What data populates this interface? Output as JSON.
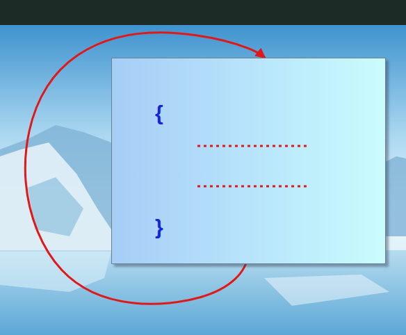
{
  "diagram": {
    "nodes": [
      {
        "text": [
          "{",
          "}"
        ]
      }
    ],
    "edges": [
      {
        "from": 0,
        "to": 0,
        "arrow": "to"
      }
    ]
  }
}
